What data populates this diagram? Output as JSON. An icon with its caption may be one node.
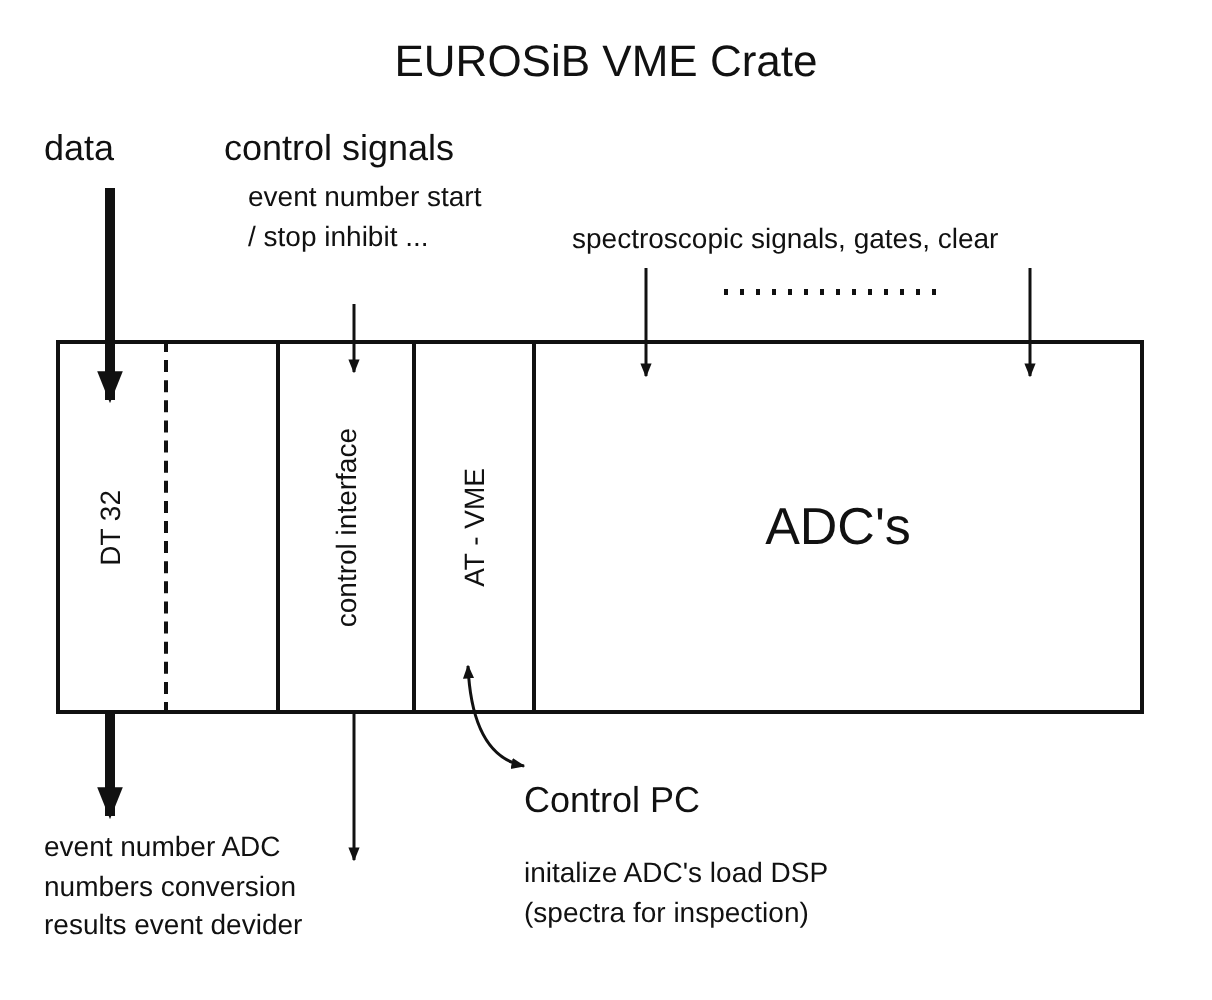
{
  "diagram": {
    "title": "EUROSiB VME Crate",
    "nodes": [
      {
        "text": [],
        "shape": "box"
      },
      {
        "text": [
          "DT 32"
        ],
        "in": 0
      },
      {
        "text": [],
        "shape": "box",
        "in": 0
      },
      {
        "text": [
          "control interface"
        ],
        "in": 0
      },
      {
        "text": [
          "AT - VME"
        ],
        "in": 0
      },
      {
        "text": [
          "ADC's"
        ],
        "in": 0
      },
      {
        "text": [
          "data"
        ]
      },
      {
        "text": [
          "control signals",
          "event number start / stop inhibit ..."
        ]
      },
      {
        "text": [
          "spectroscopic signals, gates, clear"
        ]
      },
      {
        "text": [
          "event number ADC numbers conversion results event devider"
        ]
      },
      {
        "text": [
          "Control PC",
          "initalize ADC's load DSP (spectra for inspection)"
        ]
      }
    ],
    "edges": [
      {
        "from": 6,
        "to": 1,
        "arrow": "to",
        "style": "thick"
      },
      {
        "from": 1,
        "to": 9,
        "arrow": "to",
        "style": "thick"
      },
      {
        "from": 7,
        "to": 3,
        "arrow": "to"
      },
      {
        "from": 8,
        "to": 5,
        "arrow": "to"
      },
      {
        "from": 8,
        "to": 5,
        "arrow": "to"
      },
      {
        "from": 3,
        "to": 9,
        "arrow": "to"
      },
      {
        "from": 10,
        "to": 4,
        "arrow": "both"
      }
    ]
  }
}
